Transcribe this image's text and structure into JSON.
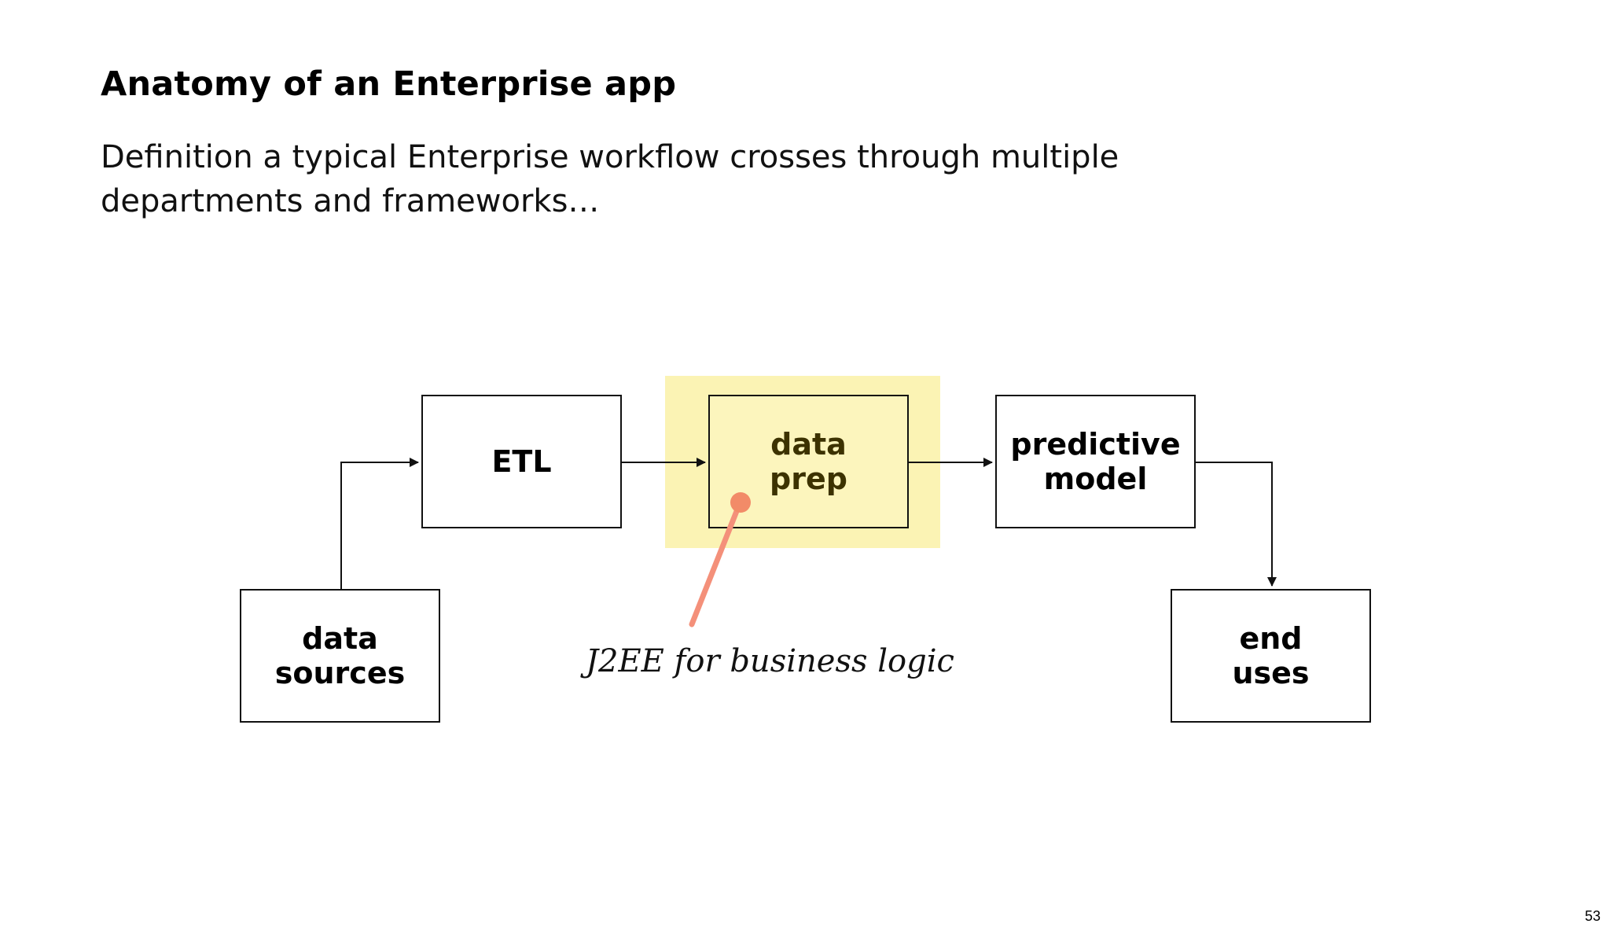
{
  "slide": {
    "title": "Anatomy of an Enterprise app",
    "subtitle_lines": [
      "Definition a typical Enterprise workflow crosses through multiple",
      "departments and frameworks…"
    ],
    "page_number": "53"
  },
  "diagram": {
    "nodes": {
      "data_sources": {
        "lines": [
          "data",
          "sources"
        ]
      },
      "etl": {
        "lines": [
          "ETL"
        ]
      },
      "data_prep": {
        "lines": [
          "data",
          "prep"
        ],
        "highlighted": true
      },
      "predictive_model": {
        "lines": [
          "predictive",
          "model"
        ]
      },
      "end_uses": {
        "lines": [
          "end",
          "uses"
        ]
      }
    },
    "edges": [
      {
        "from": "data_sources",
        "to": "etl"
      },
      {
        "from": "etl",
        "to": "data_prep"
      },
      {
        "from": "data_prep",
        "to": "predictive_model"
      },
      {
        "from": "predictive_model",
        "to": "end_uses"
      }
    ],
    "annotation": {
      "target": "data_prep",
      "label": "J2EE for business logic"
    }
  },
  "colors": {
    "highlight_background": "#fbf3b4",
    "highlight_text": "#3c3200",
    "annotation_pointer": "#f4907a",
    "annotation_dot": "#f28b68",
    "lines": "#111111"
  }
}
